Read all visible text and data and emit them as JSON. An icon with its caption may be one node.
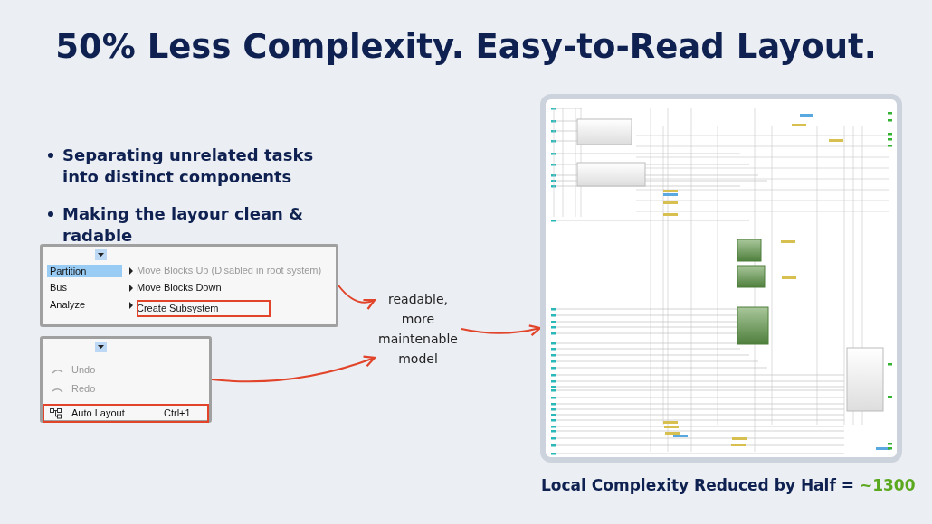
{
  "diagram": {
    "title": "50% Less Complexity. Easy-to-Read Layout.",
    "nodes": [
      {
        "text": [
          "Partition",
          "Bus",
          "Analyze",
          "Move Blocks Up (Disabled in root system)",
          "Move Blocks Down",
          "Create Subsystem"
        ]
      },
      {
        "text": [
          "Undo",
          "Redo",
          "Auto Layout",
          "Ctrl+1"
        ]
      },
      {
        "text": [
          "readable, more maintenable model"
        ]
      },
      {
        "text": [],
        "shape": "picture"
      }
    ],
    "edges": [
      {
        "from": 0,
        "to": 2,
        "arrow": "to"
      },
      {
        "from": 1,
        "to": 2,
        "arrow": "to"
      },
      {
        "from": 2,
        "to": 3,
        "arrow": "to"
      }
    ],
    "labels": [
      "Separating unrelated tasks into distinct components",
      "Making the layour clean & radable",
      "Local Complexity Reduced by Half =",
      "~1300"
    ]
  }
}
